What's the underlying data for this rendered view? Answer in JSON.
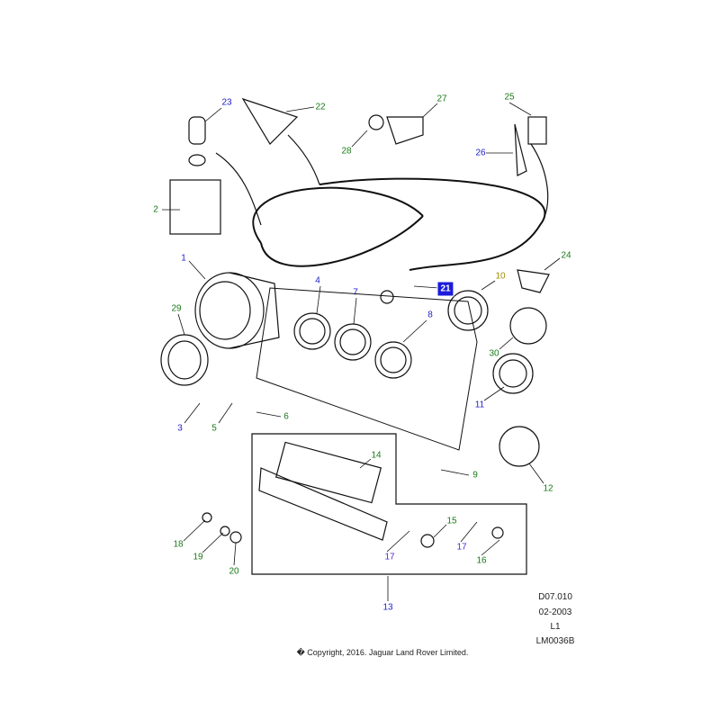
{
  "callouts": [
    {
      "n": "1",
      "color": "blue"
    },
    {
      "n": "2",
      "color": "green"
    },
    {
      "n": "3",
      "color": "blue"
    },
    {
      "n": "4",
      "color": "blue"
    },
    {
      "n": "5",
      "color": "green"
    },
    {
      "n": "6",
      "color": "green"
    },
    {
      "n": "7",
      "color": "blue"
    },
    {
      "n": "8",
      "color": "blue"
    },
    {
      "n": "9",
      "color": "green"
    },
    {
      "n": "10",
      "color": "olive"
    },
    {
      "n": "11",
      "color": "blue"
    },
    {
      "n": "12",
      "color": "green"
    },
    {
      "n": "13",
      "color": "blue"
    },
    {
      "n": "14",
      "color": "green"
    },
    {
      "n": "15",
      "color": "green"
    },
    {
      "n": "16",
      "color": "green"
    },
    {
      "n": "17",
      "color": "purple"
    },
    {
      "n": "17",
      "color": "purple"
    },
    {
      "n": "18",
      "color": "green"
    },
    {
      "n": "19",
      "color": "green"
    },
    {
      "n": "20",
      "color": "green"
    },
    {
      "n": "21",
      "color": "highlight"
    },
    {
      "n": "22",
      "color": "green"
    },
    {
      "n": "23",
      "color": "blue"
    },
    {
      "n": "24",
      "color": "green"
    },
    {
      "n": "25",
      "color": "green"
    },
    {
      "n": "26",
      "color": "blue"
    },
    {
      "n": "27",
      "color": "green"
    },
    {
      "n": "28",
      "color": "green"
    },
    {
      "n": "29",
      "color": "green"
    },
    {
      "n": "30",
      "color": "green"
    }
  ],
  "meta": {
    "ref": "D07.010",
    "date": "02-2003",
    "level": "L1",
    "code": "LM0036B"
  },
  "copyright": "� Copyright, 2016. Jaguar Land Rover Limited.",
  "colors": {
    "blue": "#1c1ccc",
    "green": "#1a7a1a",
    "olive": "#a09000",
    "purple": "#5a2ad0"
  }
}
